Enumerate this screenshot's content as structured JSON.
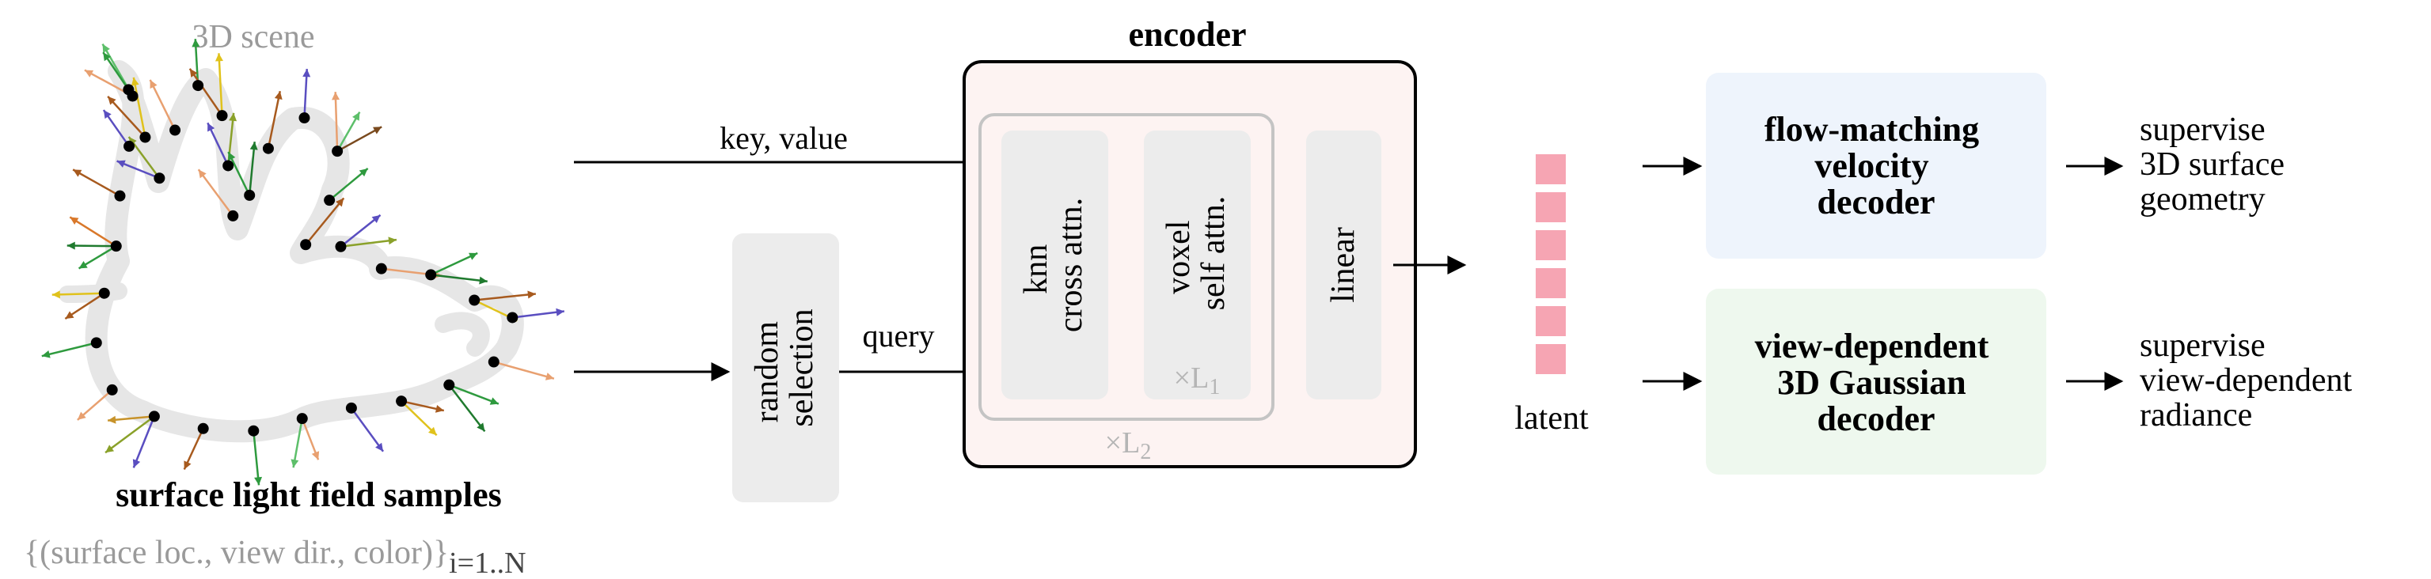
{
  "scene": {
    "title": "3D scene",
    "caption": "surface light field samples",
    "formula": "{(surface loc., view dir., color)}",
    "formula_subscript": "i=1..N"
  },
  "edges": {
    "key_value": "key, value",
    "query": "query"
  },
  "random_selection": {
    "line1": "random",
    "line2": "selection"
  },
  "encoder": {
    "title": "encoder",
    "knn_line1": "knn",
    "knn_line2": "cross attn.",
    "voxel_line1": "voxel",
    "voxel_line2": "self attn.",
    "inner_repeat_times": "×L",
    "inner_repeat_sub": "1",
    "outer_repeat_times": "×L",
    "outer_repeat_sub": "2",
    "linear": "linear"
  },
  "latent": {
    "label": "latent"
  },
  "decoders": {
    "flow": {
      "line1": "flow-matching",
      "line2": "velocity",
      "line3": "decoder"
    },
    "gauss": {
      "line1": "view-dependent",
      "line2": "3D Gaussian",
      "line3": "decoder"
    }
  },
  "outputs": {
    "flow": {
      "line1": "supervise",
      "line2": "3D surface",
      "line3": "geometry"
    },
    "gauss": {
      "line1": "supervise",
      "line2": "view-dependent",
      "line3": "radiance"
    }
  },
  "colors": {
    "scene_outline": "#e6e6e6",
    "gray_box": "#ececec",
    "encoder_fill": "#fdf3f2",
    "latent_cell": "#f6a5b3",
    "flow_fill": "#eef4fc",
    "gauss_fill": "#eef8ee",
    "muted_text": "#9a9a9a",
    "ray_colors": [
      "#2e9a3e",
      "#1f7a2e",
      "#d9782a",
      "#a75a1e",
      "#e0c21c",
      "#9b2fc9",
      "#5a4ec0",
      "#8aa12a",
      "#c7932b",
      "#e8a070",
      "#5dbf6a",
      "#7a4a1e"
    ]
  }
}
